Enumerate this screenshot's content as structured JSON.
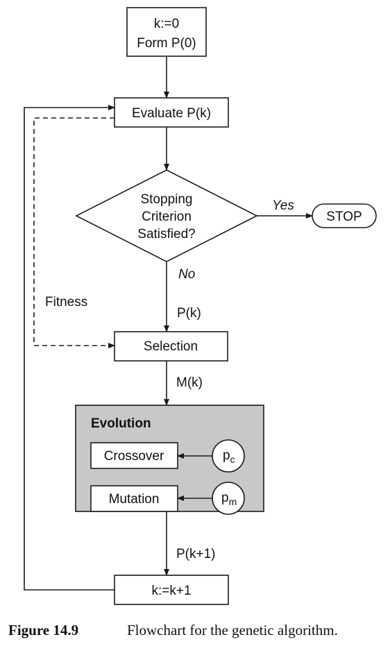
{
  "nodes": {
    "init_line1": "k:=0",
    "init_line2": "Form P(0)",
    "evaluate": "Evaluate P(k)",
    "decision_line1": "Stopping",
    "decision_line2": "Criterion",
    "decision_line3": "Satisfied?",
    "stop": "STOP",
    "selection": "Selection",
    "evolution_title": "Evolution",
    "crossover": "Crossover",
    "mutation": "Mutation",
    "increment": "k:=k+1"
  },
  "edge_labels": {
    "yes": "Yes",
    "no": "No",
    "fitness": "Fitness",
    "pk": "P(k)",
    "mk": "M(k)",
    "pk1": "P(k+1)",
    "pc_base": "p",
    "pc_sub": "c",
    "pm_base": "p",
    "pm_sub": "m"
  },
  "colors": {
    "evolution_fill": "#c8c8c8",
    "stroke": "#1a1a1a"
  },
  "caption": {
    "label": "Figure 14.9",
    "text": "Flowchart for the genetic algorithm."
  }
}
